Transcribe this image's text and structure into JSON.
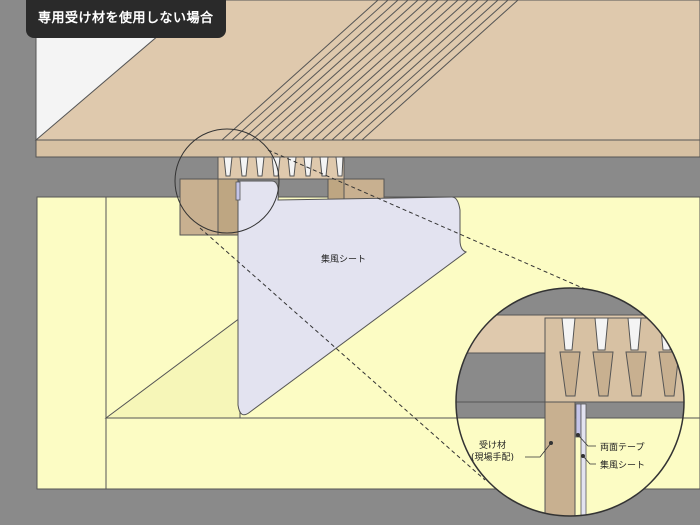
{
  "title": "専用受け材を使用しない場合",
  "labels": {
    "sheet_main": "集風シート",
    "receiver_line1": "受け材",
    "receiver_line2": "(現場手配)",
    "double_tape": "両面テープ",
    "sheet_detail": "集風シート"
  },
  "colors": {
    "background": "#8a8a8a",
    "roof_board": "#dfc9ad",
    "timber": "#c8b090",
    "wall": "#fcfcc4",
    "sheet": "#e3e3f0",
    "outline": "#3a3a3a",
    "badge": "#2a2a2a"
  }
}
